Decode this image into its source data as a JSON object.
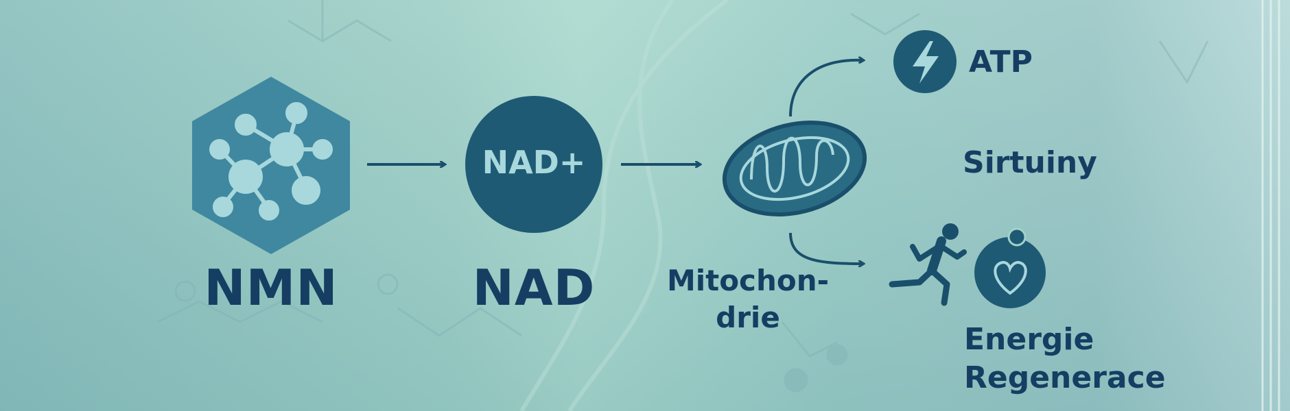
{
  "nodes": {
    "nmn": {
      "label": "NMN"
    },
    "nad": {
      "label": "NAD",
      "badge": "NAD+"
    },
    "mito": {
      "line1": "Mitochon-",
      "line2": "drie"
    },
    "atp": {
      "label": "ATP",
      "icon": "lightning-icon"
    },
    "sirtuiny": {
      "label": "Sirtuiny"
    },
    "energie": {
      "line1": "Energie",
      "line2": "Regenerace",
      "icons": [
        "running-person-icon",
        "heart-person-icon"
      ]
    }
  },
  "colors": {
    "primary": "#1a4f6b",
    "hexagon": "#3f88a0",
    "text": "#153e62",
    "background": "#a3d2c9"
  }
}
